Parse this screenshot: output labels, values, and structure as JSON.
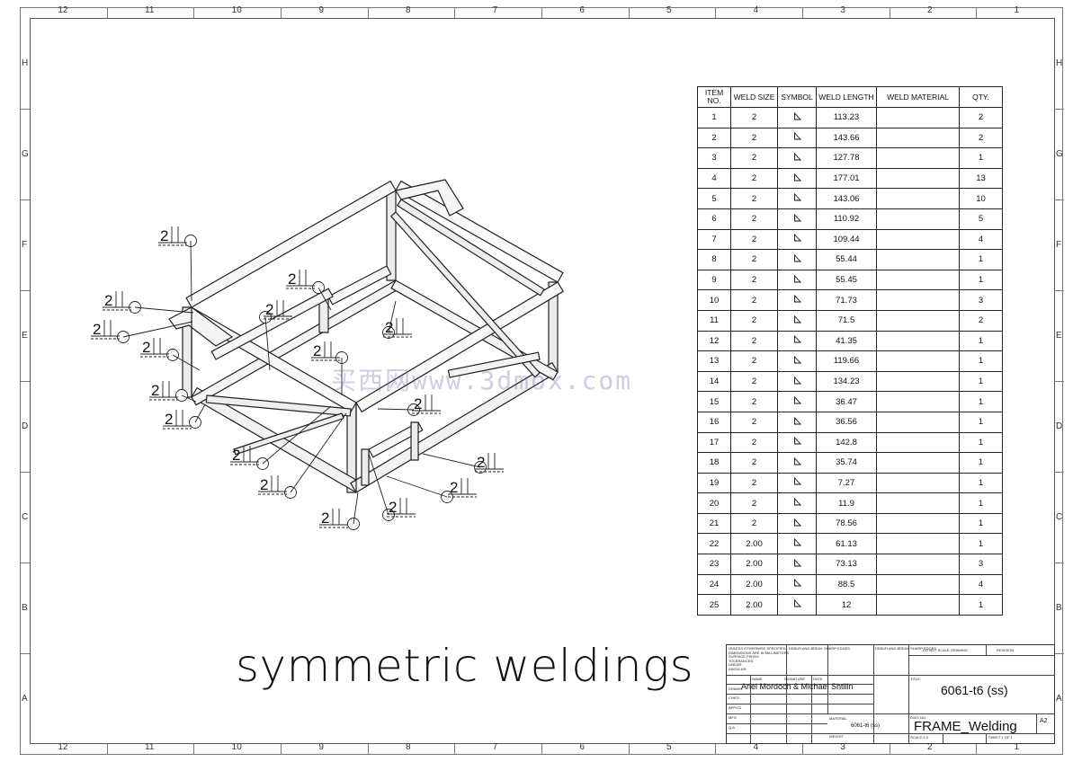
{
  "border": {
    "columns": [
      "12",
      "11",
      "10",
      "9",
      "8",
      "7",
      "6",
      "5",
      "4",
      "3",
      "2",
      "1"
    ],
    "rows": [
      "H",
      "G",
      "F",
      "E",
      "D",
      "C",
      "B",
      "A"
    ]
  },
  "table": {
    "headers": [
      "ITEM NO.",
      "WELD SIZE",
      "SYMBOL",
      "WELD LENGTH",
      "WELD MATERIAL",
      "QTY."
    ],
    "rows": [
      [
        "1",
        "2",
        "113.23",
        "2"
      ],
      [
        "2",
        "2",
        "143.66",
        "2"
      ],
      [
        "3",
        "2",
        "127.78",
        "1"
      ],
      [
        "4",
        "2",
        "177.01",
        "13"
      ],
      [
        "5",
        "2",
        "143.06",
        "10"
      ],
      [
        "6",
        "2",
        "110.92",
        "5"
      ],
      [
        "7",
        "2",
        "109.44",
        "4"
      ],
      [
        "8",
        "2",
        "55.44",
        "1"
      ],
      [
        "9",
        "2",
        "55.45",
        "1"
      ],
      [
        "10",
        "2",
        "71.73",
        "3"
      ],
      [
        "11",
        "2",
        "71.5",
        "2"
      ],
      [
        "12",
        "2",
        "41.35",
        "1"
      ],
      [
        "13",
        "2",
        "119.66",
        "1"
      ],
      [
        "14",
        "2",
        "134.23",
        "1"
      ],
      [
        "15",
        "2",
        "36.47",
        "1"
      ],
      [
        "16",
        "2",
        "36.56",
        "1"
      ],
      [
        "17",
        "2",
        "142.8",
        "1"
      ],
      [
        "18",
        "2",
        "35.74",
        "1"
      ],
      [
        "19",
        "2",
        "7.27",
        "1"
      ],
      [
        "20",
        "2",
        "11.9",
        "1"
      ],
      [
        "21",
        "2",
        "78.56",
        "1"
      ],
      [
        "22",
        "2.00",
        "61.13",
        "1"
      ],
      [
        "23",
        "2.00",
        "73.13",
        "3"
      ],
      [
        "24",
        "2.00",
        "88.5",
        "4"
      ],
      [
        "25",
        "2.00",
        "12",
        "1"
      ]
    ]
  },
  "drawing_title": "symmetric weldings",
  "watermark": "买西网www.3dmox.com",
  "weld_callout": "2",
  "title_block": {
    "drawn_by": "Ariel Mordoch & Michael Shtilin",
    "material": "6061-t6 (ss)",
    "material_small": "6061-t6 (ss)",
    "drawing_name": "FRAME_Welding",
    "size": "A2",
    "notes": [
      "UNLESS OTHERWISE SPECIFIED:",
      "DIMENSIONS ARE IN MILLIMETERS",
      "SURFACE FINISH:",
      "TOLERANCES:",
      "LINEAR:",
      "ANGULAR:"
    ],
    "labels": [
      "NAME",
      "SIGNATURE",
      "DATE",
      "DRAWN",
      "CHK'D",
      "APPV'D",
      "MFG",
      "Q.A",
      "FINISH",
      "MATERIAL",
      "WEIGHT",
      "DWG NO.",
      "SCALE:1:5",
      "SHEET 1 OF 1",
      "DEBUR AND BREAK SHARP EDGES",
      "DO NOT SCALE DRAWING",
      "REVISION",
      "TITLE:"
    ]
  }
}
